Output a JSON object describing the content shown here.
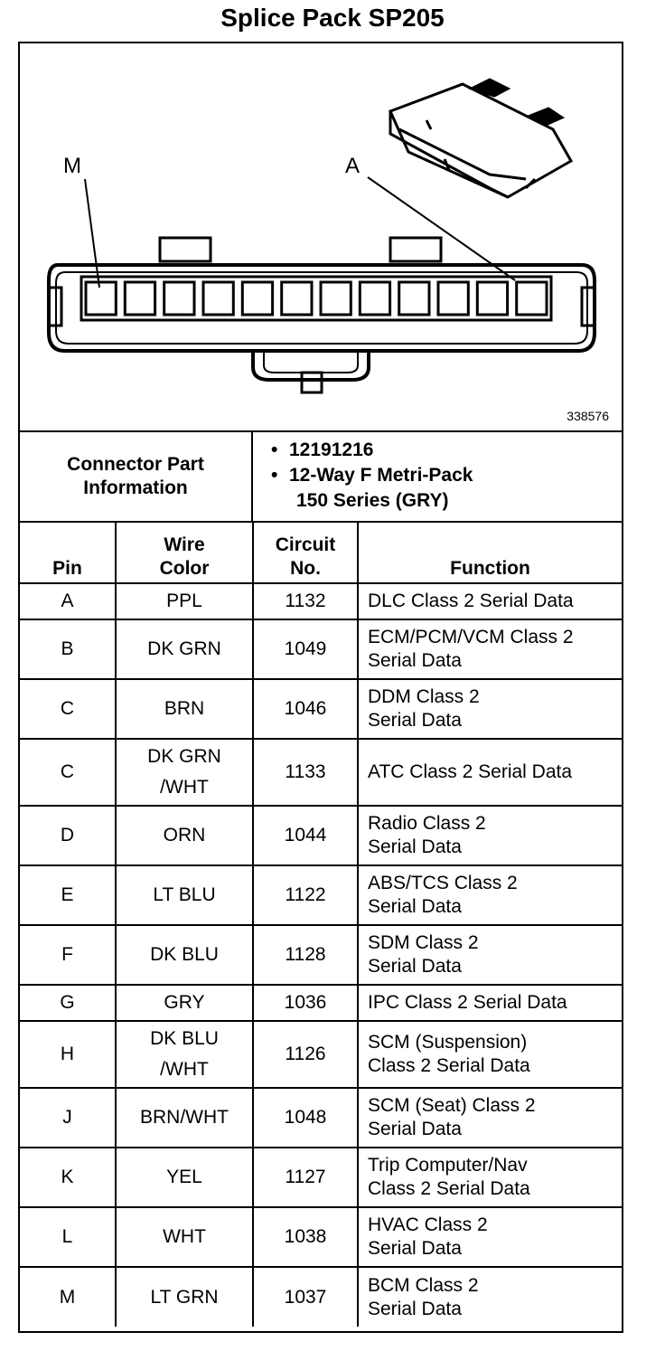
{
  "title": "Splice Pack SP205",
  "diagram": {
    "figure_number": "338576",
    "callout_left": "M",
    "callout_right": "A"
  },
  "connector_info": {
    "label_line1": "Connector Part",
    "label_line2": "Information",
    "part_number": "12191216",
    "description_line1": "12-Way F Metri-Pack",
    "description_line2": "150 Series (GRY)"
  },
  "table": {
    "headers": {
      "pin": "Pin",
      "wire_color_line1": "Wire",
      "wire_color_line2": "Color",
      "circuit_line1": "Circuit",
      "circuit_line2": "No.",
      "function": "Function"
    },
    "rows": [
      {
        "pin": "A",
        "wire1": "PPL",
        "wire2": "",
        "circuit": "1132",
        "func1": "DLC Class 2 Serial Data",
        "func2": ""
      },
      {
        "pin": "B",
        "wire1": "DK GRN",
        "wire2": "",
        "circuit": "1049",
        "func1": "ECM/PCM/VCM Class 2",
        "func2": "Serial Data"
      },
      {
        "pin": "C",
        "wire1": "BRN",
        "wire2": "",
        "circuit": "1046",
        "func1": "DDM Class 2",
        "func2": "Serial Data"
      },
      {
        "pin": "C",
        "wire1": "DK GRN",
        "wire2": "/WHT",
        "circuit": "1133",
        "func1": "ATC Class 2 Serial Data",
        "func2": ""
      },
      {
        "pin": "D",
        "wire1": "ORN",
        "wire2": "",
        "circuit": "1044",
        "func1": "Radio Class 2",
        "func2": "Serial Data"
      },
      {
        "pin": "E",
        "wire1": "LT BLU",
        "wire2": "",
        "circuit": "1122",
        "func1": "ABS/TCS Class 2",
        "func2": "Serial Data"
      },
      {
        "pin": "F",
        "wire1": "DK BLU",
        "wire2": "",
        "circuit": "1128",
        "func1": "SDM Class 2",
        "func2": "Serial Data"
      },
      {
        "pin": "G",
        "wire1": "GRY",
        "wire2": "",
        "circuit": "1036",
        "func1": "IPC Class 2 Serial Data",
        "func2": ""
      },
      {
        "pin": "H",
        "wire1": "DK BLU",
        "wire2": "/WHT",
        "circuit": "1126",
        "func1": "SCM (Suspension)",
        "func2": "Class 2 Serial Data"
      },
      {
        "pin": "J",
        "wire1": "BRN/WHT",
        "wire2": "",
        "circuit": "1048",
        "func1": "SCM (Seat) Class 2",
        "func2": "Serial Data"
      },
      {
        "pin": "K",
        "wire1": "YEL",
        "wire2": "",
        "circuit": "1127",
        "func1": "Trip Computer/Nav",
        "func2": "Class 2 Serial Data"
      },
      {
        "pin": "L",
        "wire1": "WHT",
        "wire2": "",
        "circuit": "1038",
        "func1": "HVAC Class 2",
        "func2": "Serial Data"
      },
      {
        "pin": "M",
        "wire1": "LT GRN",
        "wire2": "",
        "circuit": "1037",
        "func1": "BCM Class 2",
        "func2": "Serial Data"
      }
    ]
  }
}
